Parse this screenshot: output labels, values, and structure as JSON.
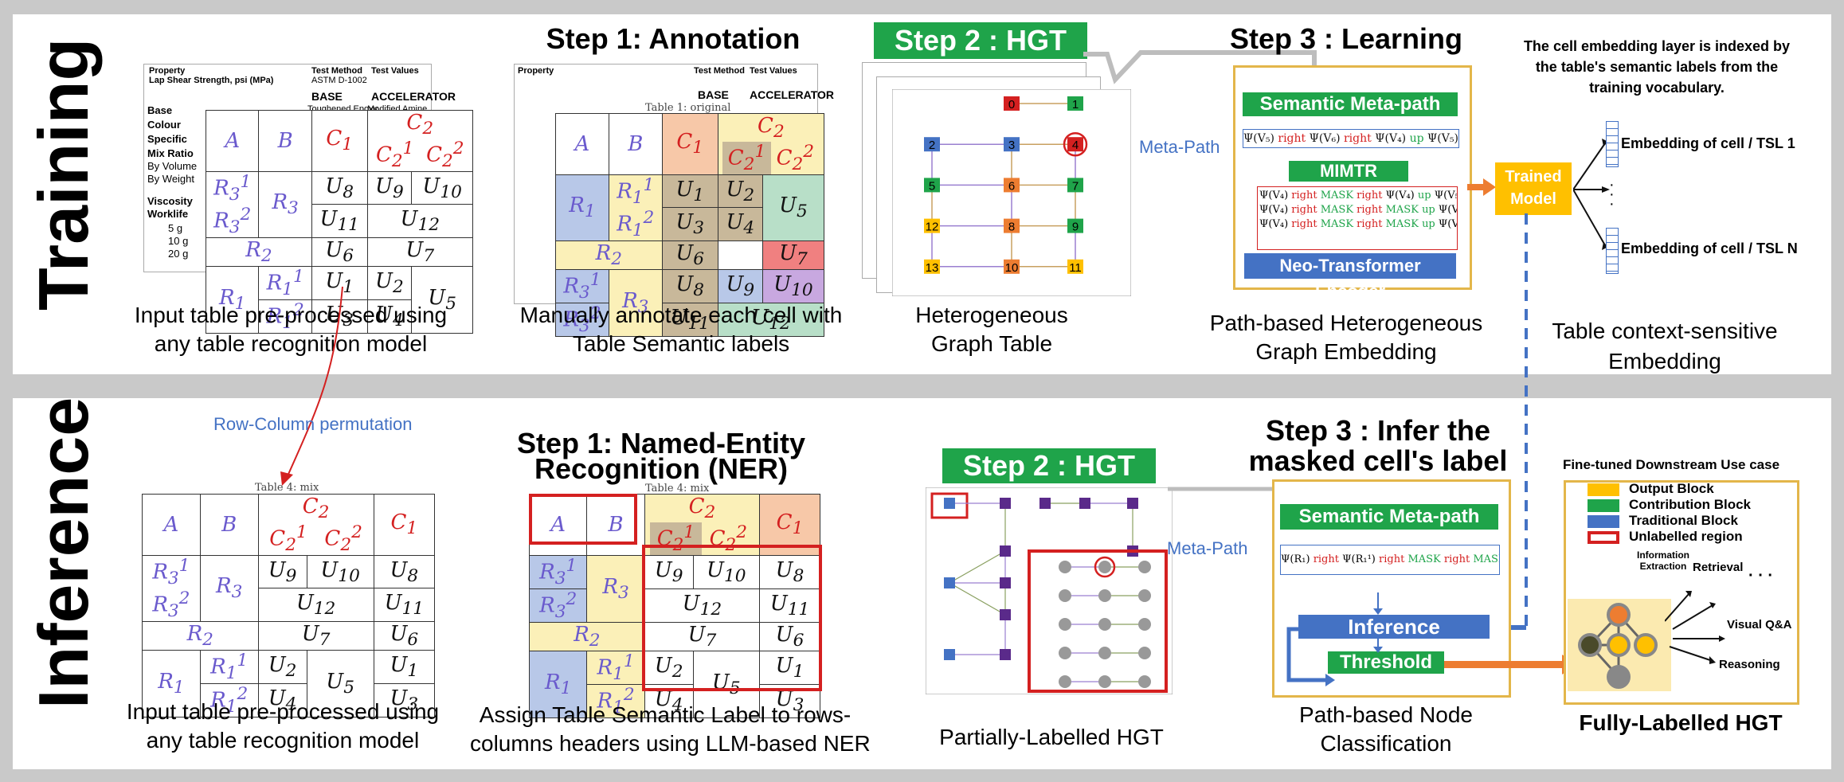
{
  "colors": {
    "green": "#1fa44a",
    "blue": "#4472c4",
    "orange": "#ed7d31",
    "gold": "#ffc000",
    "red": "#d42020",
    "gray": "#c9c9c9"
  },
  "rows": {
    "training": "Training",
    "inference": "Inference"
  },
  "training": {
    "step1_title": "Step 1: Annotation",
    "step2_title": "Step 2 : HGT",
    "step3_title": "Step 3 : Learning",
    "cap_input": [
      "Input table pre-processed using",
      "any table recognition model"
    ],
    "cap_annot": [
      "Manually annotate each cell with",
      "Table Semantic labels"
    ],
    "cap_hgt": [
      "Heterogeneous",
      "Graph Table"
    ],
    "cap_embed": [
      "Path-based Heterogeneous",
      "Graph Embedding"
    ],
    "cap_ctx": [
      "Table context-sensitive",
      "Embedding"
    ],
    "note": [
      "The cell embedding layer is indexed by",
      "the table's semantic labels from the",
      "training vocabulary."
    ],
    "semantic_metapath": "Semantic Meta-path",
    "mimtr": "MIMTR",
    "neo": "Neo-Transformer Encoder",
    "trained_model": "Trained Model",
    "emb1": "Embedding of  cell / TSL 1",
    "embN": "Embedding of cell /  TSL  N",
    "meta_path": "Meta-Path",
    "table_caption": "Table 1: original",
    "doc_property": "Property",
    "doc_lap": "Lap Shear Strength, psi (MPa)",
    "doc_test_method": "Test Method",
    "doc_test_values": "Test Values",
    "doc_astm": "ASTM D-1002",
    "doc_base": "BASE",
    "doc_accel": "ACCELERATOR",
    "doc_toughened": "Toughened Epoxy",
    "doc_modified": "Modified Amine",
    "doc_side": [
      "Base",
      "Colour",
      "Specific",
      "Mix Ratio",
      "By Volume",
      "By Weight",
      "Viscosity",
      "Worklife",
      "5 g",
      "10 g",
      "20 g"
    ]
  },
  "inference": {
    "row_col": "Row-Column permutation",
    "step1_title": [
      "Step 1: Named-Entity",
      "Recognition (NER)"
    ],
    "step2_title": "Step 2 : HGT",
    "step3_title": [
      "Step 3 : Infer the",
      "masked cell's label"
    ],
    "cap_input": [
      "Input table pre-processed using",
      "any table recognition model"
    ],
    "cap_ner": [
      "Assign Table Semantic Label to rows-",
      "columns headers using LLM-based NER"
    ],
    "cap_partial": "Partially-Labelled HGT",
    "cap_nodecls": [
      "Path-based Node",
      "Classification"
    ],
    "cap_full": "Fully-Labelled HGT",
    "table_caption": "Table 4: mix",
    "semantic_metapath": "Semantic Meta-path",
    "inference_lbl": "Inference",
    "threshold": "Threshold",
    "meta_path": "Meta-Path",
    "downstream_title": "Fine-tuned Downstream  Use case",
    "legend": [
      {
        "label": "Output Block",
        "color": "#ffc000"
      },
      {
        "label": "Contribution Block",
        "color": "#1fa44a"
      },
      {
        "label": "Traditional  Block",
        "color": "#4472c4"
      },
      {
        "label": "Unlabelled region",
        "color": "#ffffff"
      }
    ],
    "tasks": [
      "Information Extraction",
      "Retrieval",
      "Visual Q&A",
      "Reasoning"
    ]
  },
  "hgt_nodes": [
    "0",
    "1",
    "2",
    "3",
    "4",
    "5",
    "6",
    "7",
    "8",
    "9",
    "10",
    "11",
    "12",
    "13"
  ],
  "hgt_edge_right": "right",
  "mimtr_tokens": {
    "psi": "Ψ",
    "right": "right",
    "mask": "MASK",
    "up": "up"
  }
}
